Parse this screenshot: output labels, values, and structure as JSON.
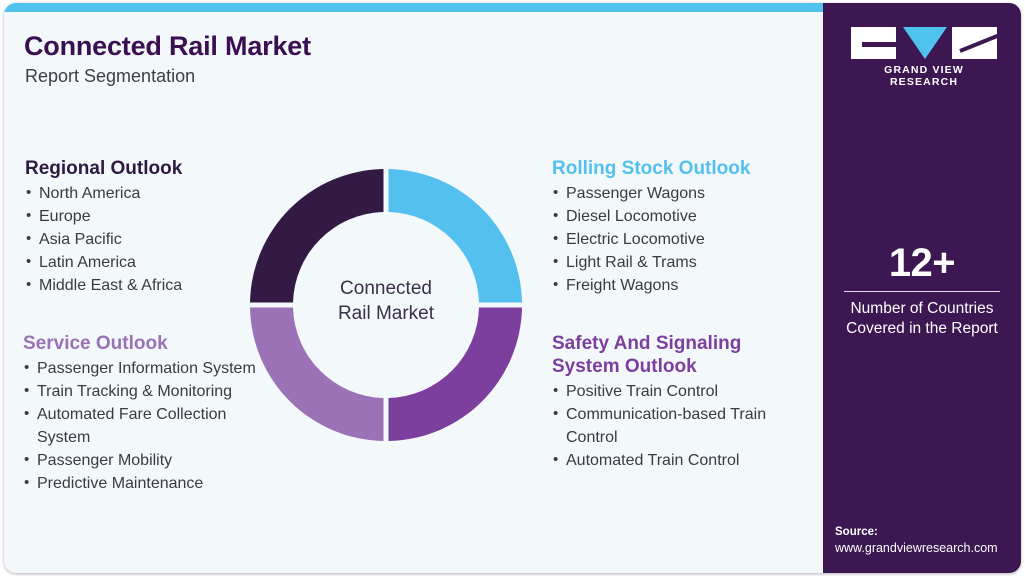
{
  "header": {
    "title": "Connected Rail Market",
    "subtitle": "Report Segmentation"
  },
  "donut": {
    "center_line1": "Connected",
    "center_line2": "Rail Market"
  },
  "segments": {
    "regional": {
      "title": "Regional Outlook",
      "items": [
        "North America",
        "Europe",
        "Asia Pacific",
        "Latin America",
        "Middle East & Africa"
      ]
    },
    "service": {
      "title": "Service Outlook",
      "items": [
        "Passenger Information System",
        "Train Tracking & Monitoring",
        "Automated Fare Collection System",
        "Passenger Mobility",
        "Predictive Maintenance"
      ]
    },
    "rolling_stock": {
      "title": "Rolling Stock Outlook",
      "items": [
        "Passenger Wagons",
        "Diesel Locomotive",
        "Electric Locomotive",
        "Light Rail & Trams",
        "Freight Wagons"
      ]
    },
    "safety": {
      "title": "Safety And Signaling System Outlook",
      "items": [
        "Positive Train Control",
        "Communication-based Train Control",
        "Automated Train Control"
      ]
    }
  },
  "sidebar": {
    "logo_text": "GRAND VIEW RESEARCH",
    "stat_value": "12+",
    "stat_label_line1": "Number of Countries",
    "stat_label_line2": "Covered in the Report",
    "source_label": "Source:",
    "source_url": "www.grandviewresearch.com"
  },
  "chart_data": {
    "type": "pie",
    "title": "Connected Rail Market",
    "subtitle": "Report Segmentation",
    "legend_position": "around",
    "grid": false,
    "categories": [
      "Rolling Stock Outlook",
      "Safety And Signaling System Outlook",
      "Service Outlook",
      "Regional Outlook"
    ],
    "values": [
      25,
      25,
      25,
      25
    ],
    "colors": [
      "#54c0ef",
      "#7d3f9e",
      "#9b72b5",
      "#331a44"
    ],
    "accent_top_bar": "#4fc3ee",
    "sidebar_color": "#3c1752",
    "background": "#f3f8fb"
  }
}
